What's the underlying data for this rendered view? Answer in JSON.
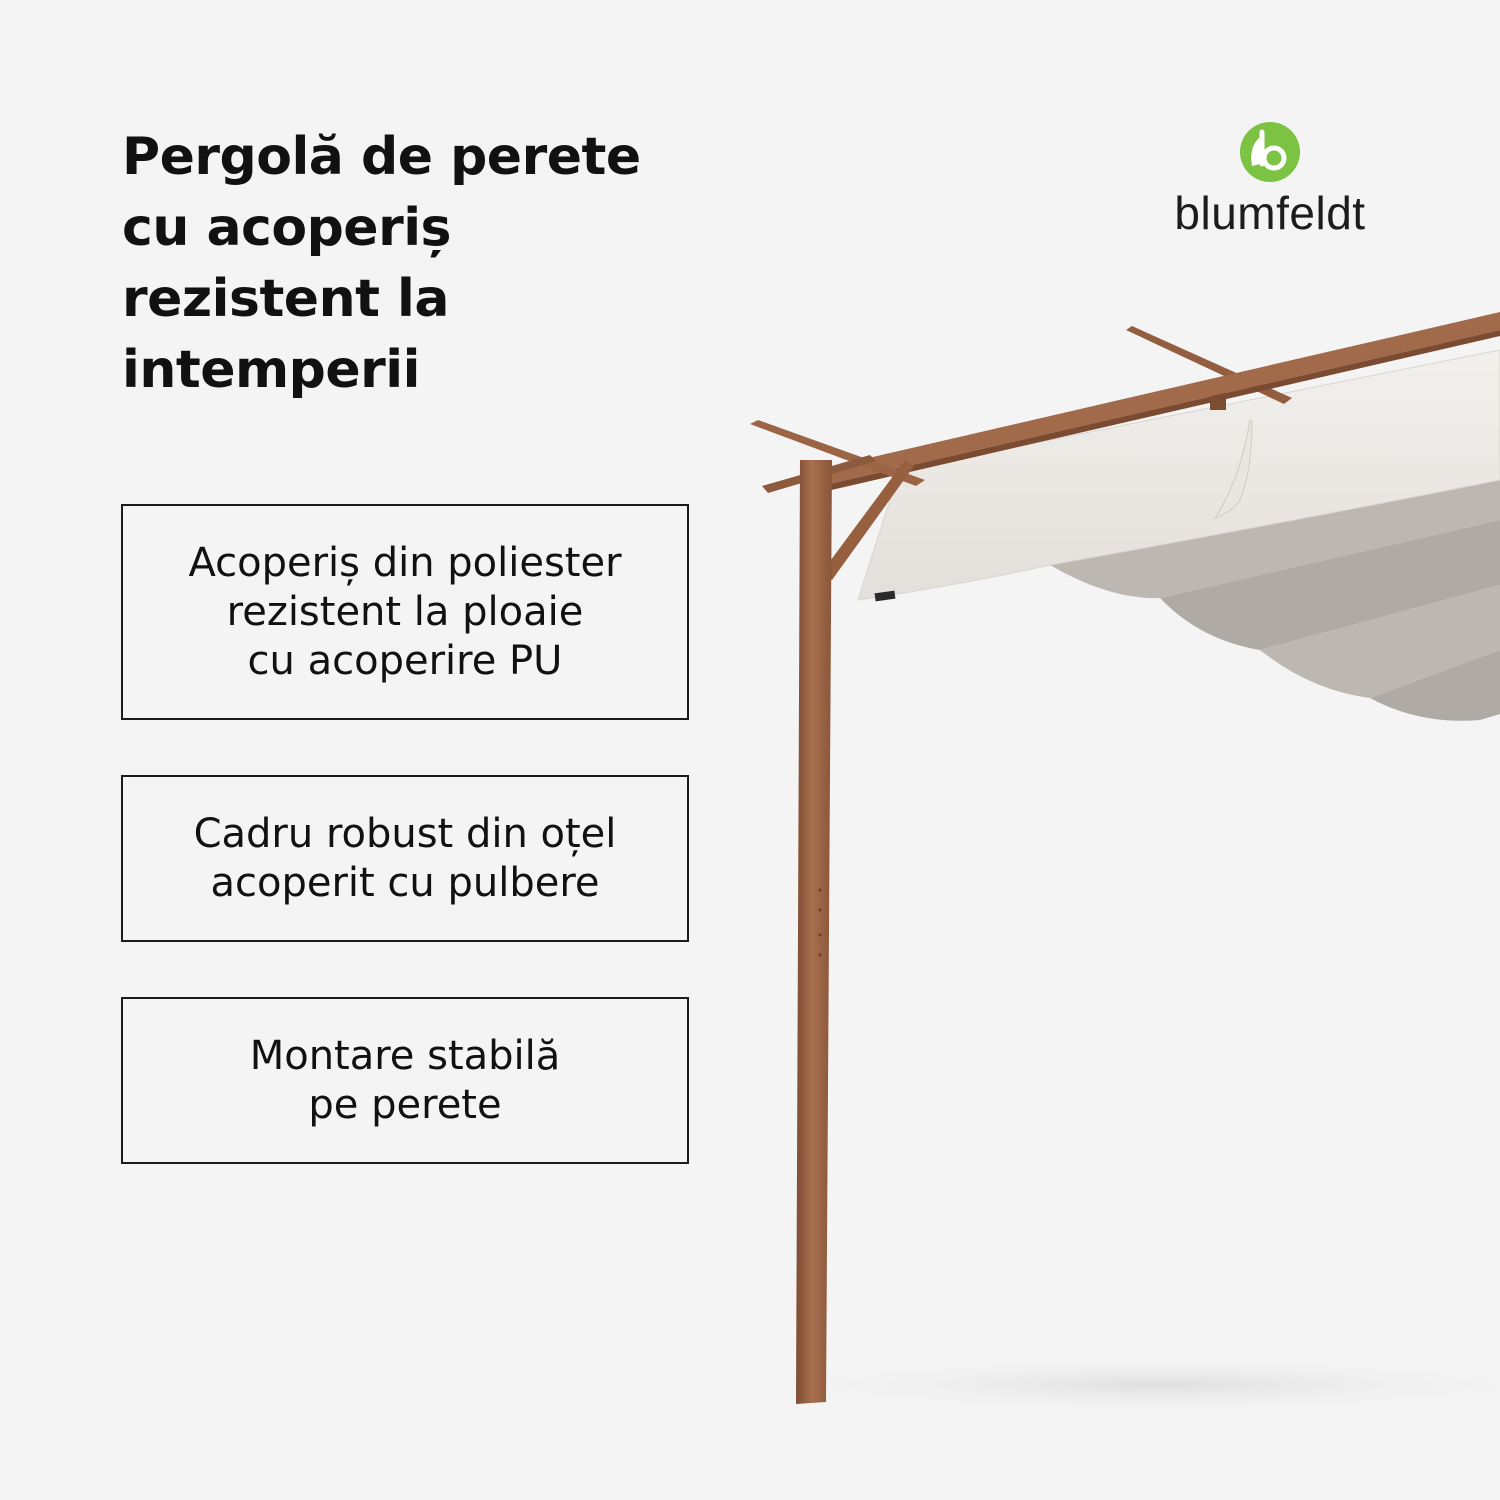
{
  "headline": {
    "lines": [
      "Pergolă de perete",
      "cu acoperiș",
      "rezistent la",
      "intemperii"
    ]
  },
  "features": [
    {
      "lines": [
        "Acoperiș din poliester",
        "rezistent la ploaie",
        "cu acoperire PU"
      ]
    },
    {
      "lines": [
        "Cadru robust din oțel",
        "acoperit cu pulbere"
      ]
    },
    {
      "lines": [
        "Montare stabilă",
        "pe perete"
      ]
    }
  ],
  "brand": {
    "name": "blumfeldt",
    "logo_icon": "leaf-b-logo-icon",
    "logo_color": "#7cc243"
  },
  "colors": {
    "background": "#f4f4f4",
    "frame": "#9a6446",
    "canopy": "#ece9e5",
    "canopy_shadow": "#b3ada8"
  }
}
